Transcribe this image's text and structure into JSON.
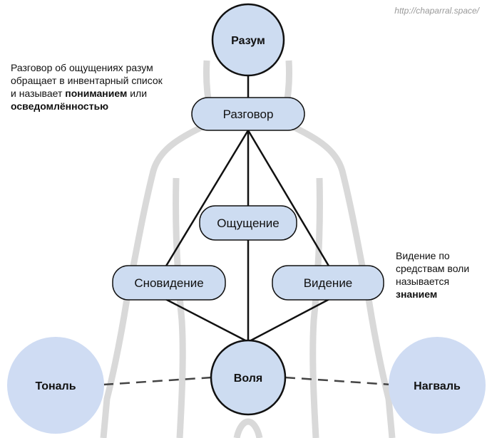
{
  "watermark": "http://chaparral.space/",
  "nodes": {
    "razum": "Разум",
    "razgovor": "Разговор",
    "oshchushchenie": "Ощущение",
    "snovidenie": "Сновидение",
    "videnie": "Видение",
    "volya": "Воля",
    "tonal": "Тональ",
    "nagval": "Нагваль"
  },
  "annotations": {
    "left": {
      "line1": "Разговор об ощущениях разум",
      "line2": "обращает в инвентарный список",
      "line3_pre": "и называет ",
      "line3_bold": "пониманием",
      "line3_post": " или",
      "line4_bold": "осведомлённостью"
    },
    "right": {
      "line1": "Видение по",
      "line2": "средствам воли",
      "line3": "называется",
      "line4_bold": "знанием"
    }
  },
  "colors": {
    "node_fill": "#cddcf1",
    "node_stroke": "#111111",
    "big_circle_fill": "#cfdcf3",
    "silhouette": "#d7d7d7",
    "line": "#111111",
    "dashed_line": "#444444"
  }
}
